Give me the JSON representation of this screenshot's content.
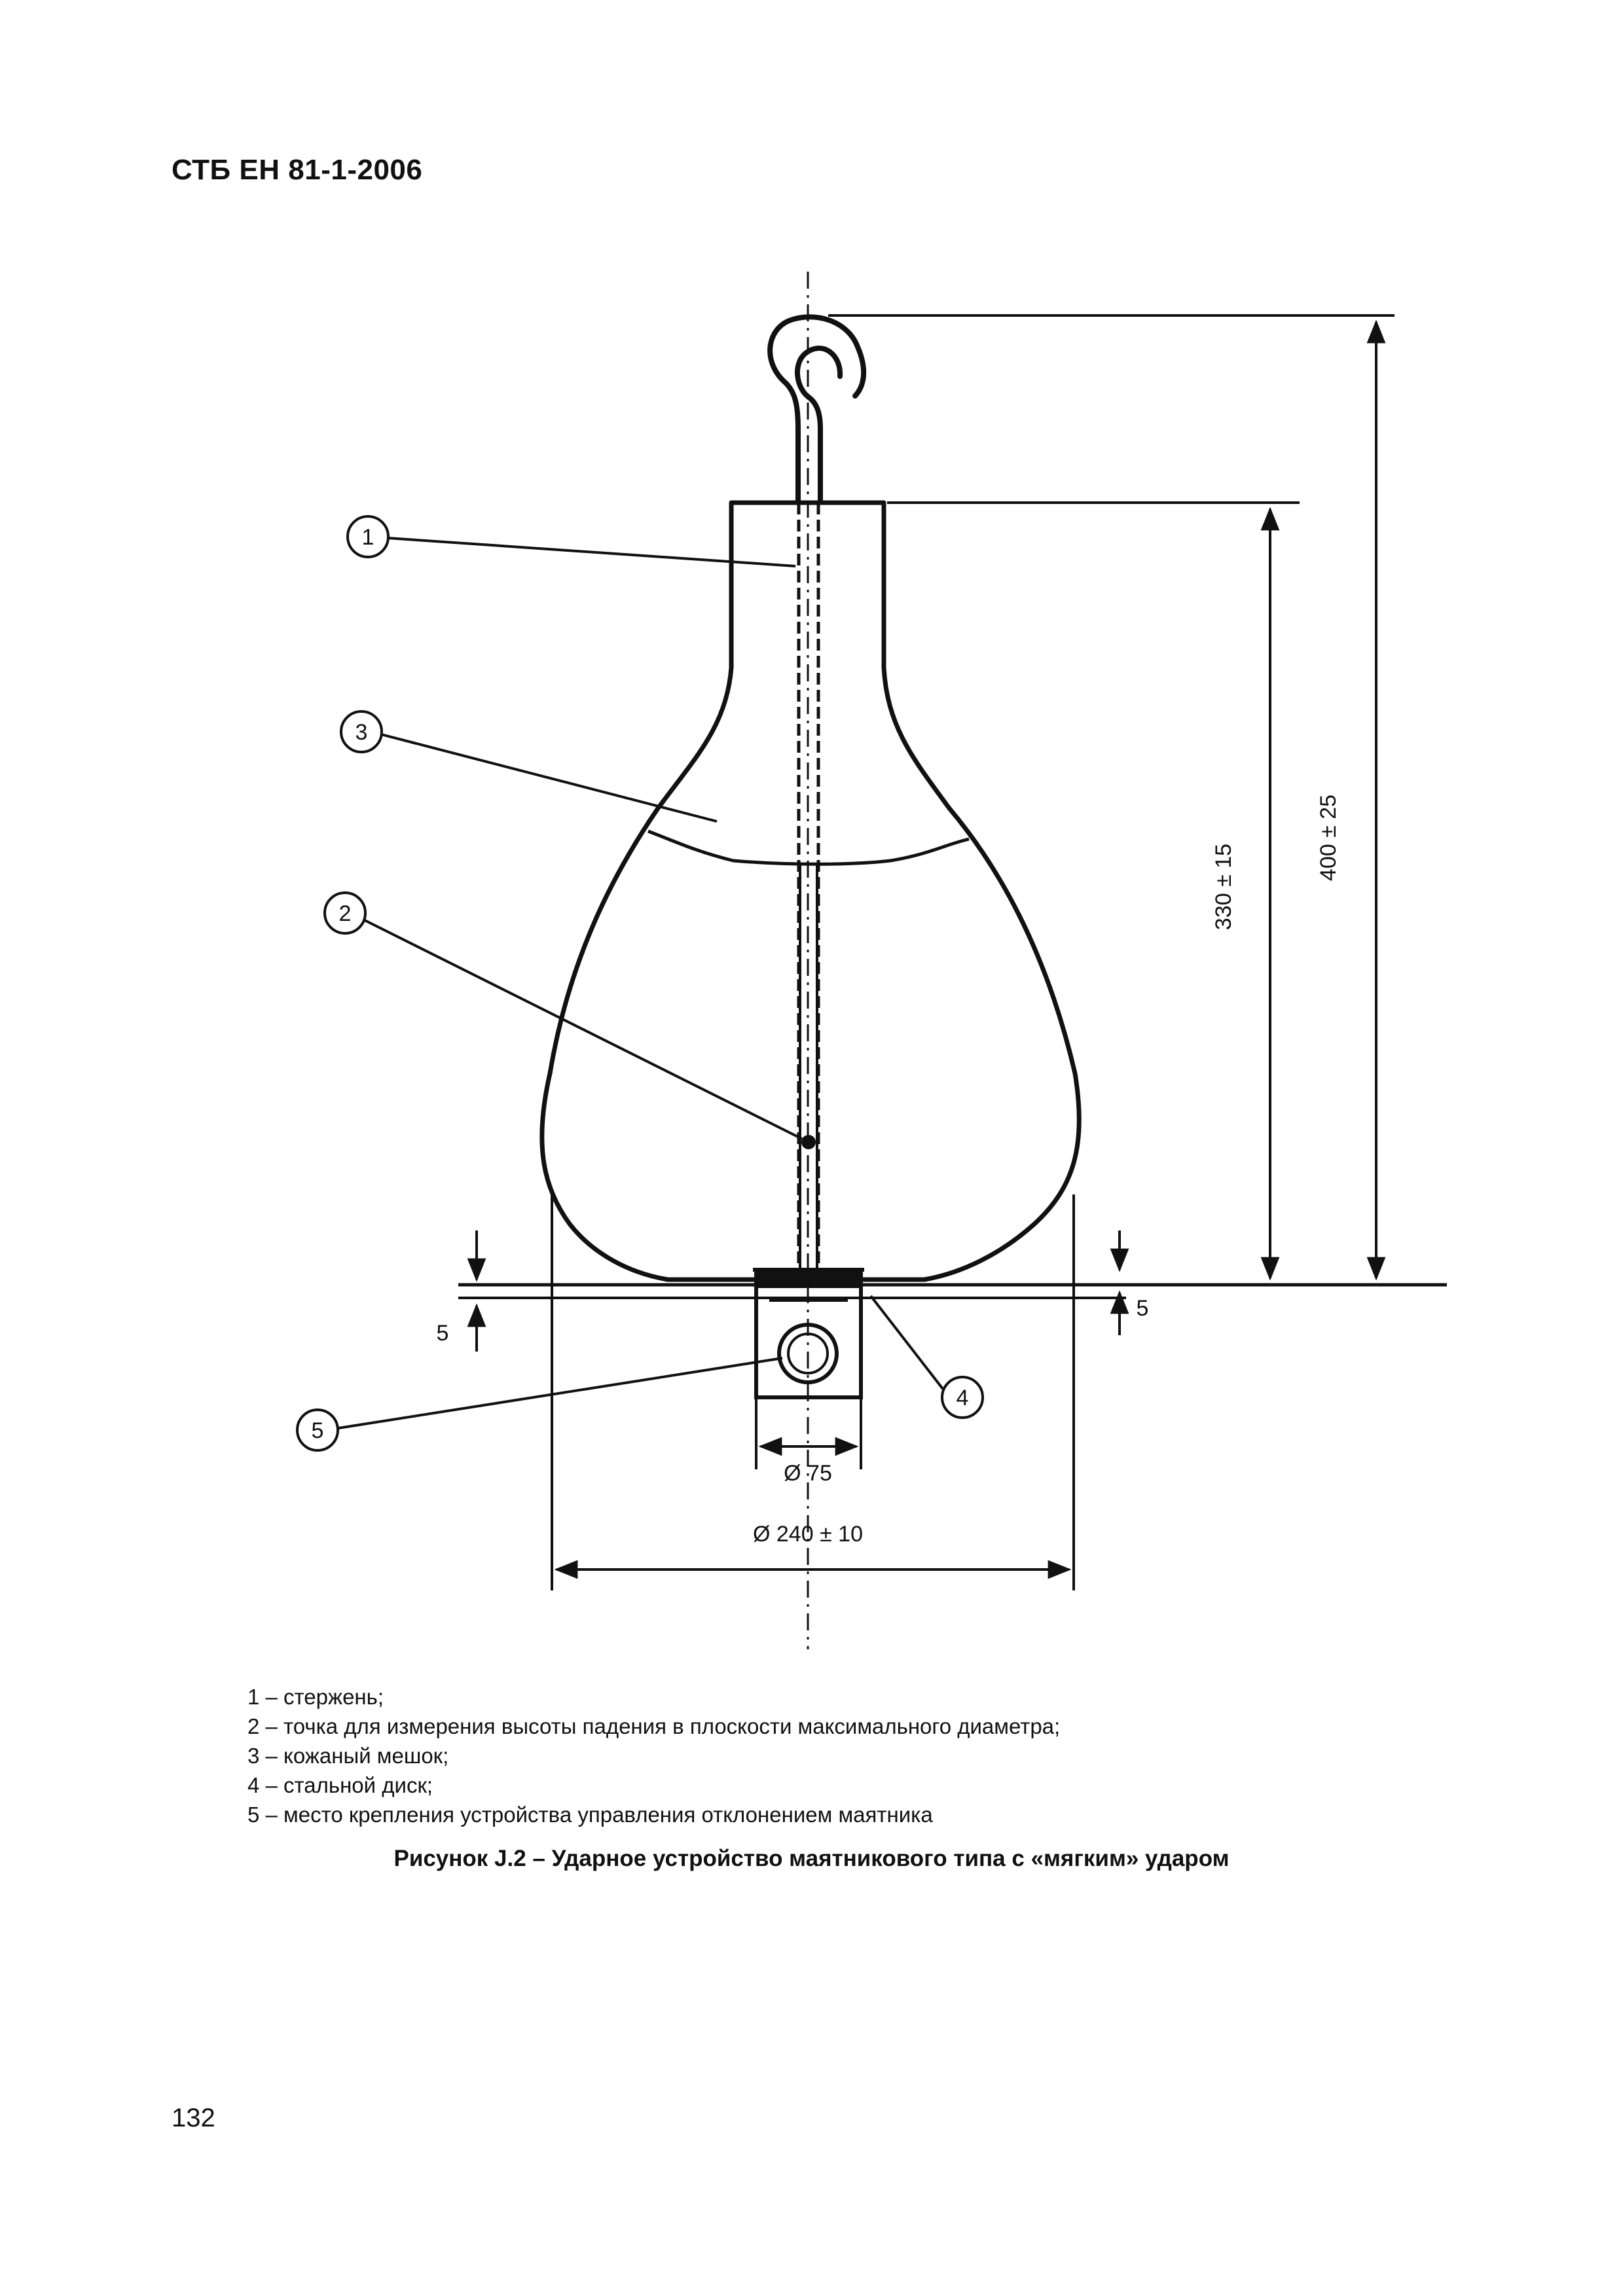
{
  "header": {
    "doc_code": "СТБ ЕН 81-1-2006"
  },
  "figure": {
    "callouts": [
      "1",
      "2",
      "3",
      "4",
      "5"
    ],
    "dimensions": {
      "height_total": "400 ± 25",
      "height_bag": "330 ± 15",
      "gap_left": "5",
      "gap_right": "5",
      "disk_diameter": "Ø 75",
      "bag_diameter": "Ø 240 ± 10"
    }
  },
  "legend": [
    "1 – стержень;",
    "2 – точка для измерения высоты падения в плоскости максимального диаметра;",
    "3 – кожаный мешок;",
    "4 – стальной диск;",
    "5 – место крепления устройства управления отклонением маятника"
  ],
  "caption": "Рисунок J.2 – Ударное устройство маятникового типа с «мягким» ударом",
  "page_number": "132"
}
